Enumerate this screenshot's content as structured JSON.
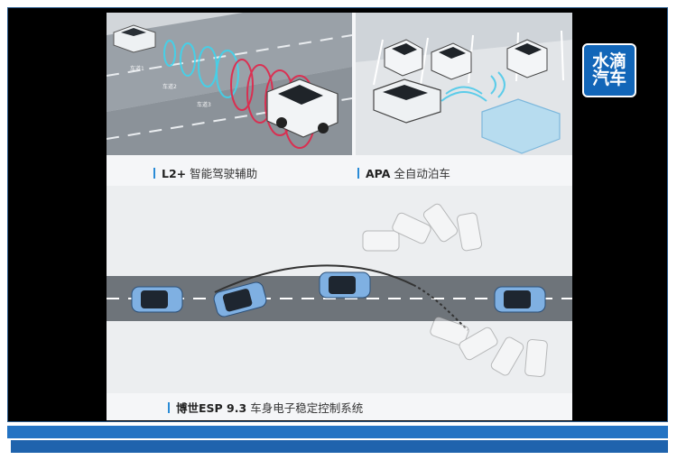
{
  "captions": {
    "l2": {
      "bold": "L2+",
      "text": "智能驾驶辅助"
    },
    "apa": {
      "bold": "APA",
      "text": "全自动泊车"
    },
    "esp": {
      "bold": "博世ESP 9.3",
      "text": "车身电子稳定控制系统"
    }
  },
  "lane_labels": [
    "车道1",
    "车道2",
    "车道3"
  ],
  "watermark": {
    "line1": "水滴",
    "line2": "汽车"
  },
  "colors": {
    "brand_blue": "#1266b8",
    "accent": "#2a8bd6",
    "frame": "#000000"
  }
}
